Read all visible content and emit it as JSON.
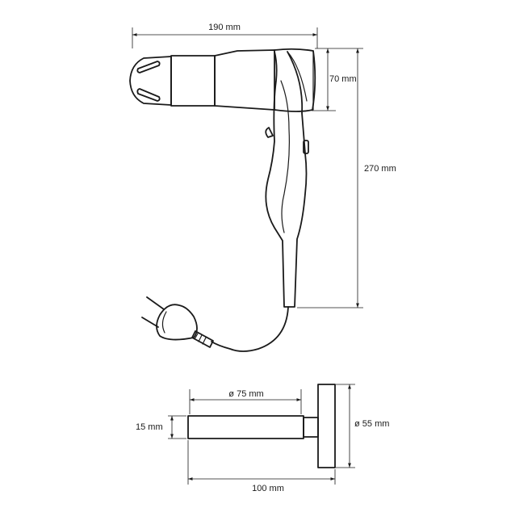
{
  "dimensions": {
    "dryer_width": "190 mm",
    "dryer_head_height": "70 mm",
    "dryer_total_height": "270 mm",
    "holder_ring_diameter": "ø 75 mm",
    "holder_arm_height": "15 mm",
    "holder_plate_diameter": "ø 55 mm",
    "holder_depth": "100 mm"
  }
}
